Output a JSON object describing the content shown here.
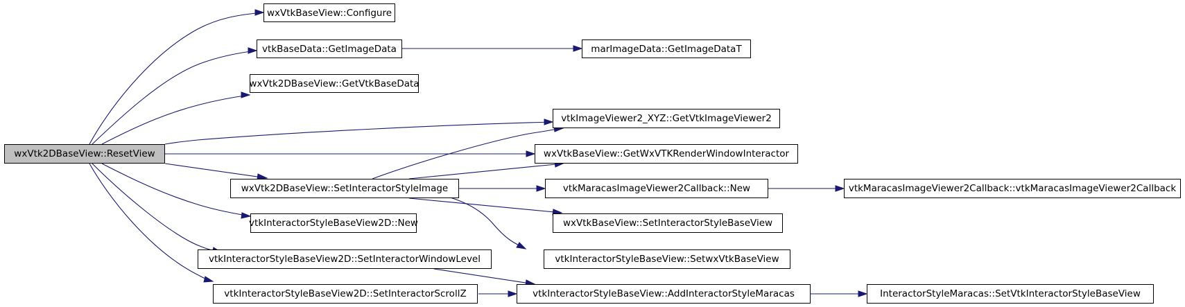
{
  "colors": {
    "edge": "#191970",
    "root_fill": "#bfbfbf",
    "node_fill": "#ffffff",
    "border": "#000000"
  },
  "nodes": [
    {
      "id": "n0",
      "label": "wxVtk2DBaseView::ResetView",
      "root": true
    },
    {
      "id": "n1",
      "label": "wxVtkBaseView::Configure"
    },
    {
      "id": "n2",
      "label": "vtkBaseData::GetImageData"
    },
    {
      "id": "n3",
      "label": "marImageData::GetImageDataT"
    },
    {
      "id": "n4",
      "label": "wxVtk2DBaseView::GetVtkBaseData"
    },
    {
      "id": "n5",
      "label": "vtkImageViewer2_XYZ::GetVtkImageViewer2"
    },
    {
      "id": "n6",
      "label": "wxVtkBaseView::GetWxVTKRenderWindowInteractor"
    },
    {
      "id": "n7",
      "label": "wxVtk2DBaseView::SetInteractorStyleImage"
    },
    {
      "id": "n8",
      "label": "vtkMaracasImageViewer2Callback::New"
    },
    {
      "id": "n9",
      "label": "vtkMaracasImageViewer2Callback::vtkMaracasImageViewer2Callback"
    },
    {
      "id": "n10",
      "label": "vtkInteractorStyleBaseView2D::New"
    },
    {
      "id": "n11",
      "label": "wxVtkBaseView::SetInteractorStyleBaseView"
    },
    {
      "id": "n12",
      "label": "vtkInteractorStyleBaseView2D::SetInteractorWindowLevel"
    },
    {
      "id": "n13",
      "label": "vtkInteractorStyleBaseView::SetwxVtkBaseView"
    },
    {
      "id": "n14",
      "label": "vtkInteractorStyleBaseView2D::SetInteractorScrollZ"
    },
    {
      "id": "n15",
      "label": "vtkInteractorStyleBaseView::AddInteractorStyleMaracas"
    },
    {
      "id": "n16",
      "label": "InteractorStyleMaracas::SetVtkInteractorStyleBaseView"
    }
  ],
  "edges": [
    {
      "from": "n0",
      "to": "n1"
    },
    {
      "from": "n0",
      "to": "n2"
    },
    {
      "from": "n0",
      "to": "n4"
    },
    {
      "from": "n0",
      "to": "n5"
    },
    {
      "from": "n0",
      "to": "n6"
    },
    {
      "from": "n0",
      "to": "n7"
    },
    {
      "from": "n0",
      "to": "n10"
    },
    {
      "from": "n0",
      "to": "n12"
    },
    {
      "from": "n0",
      "to": "n14"
    },
    {
      "from": "n2",
      "to": "n3"
    },
    {
      "from": "n7",
      "to": "n5"
    },
    {
      "from": "n7",
      "to": "n6"
    },
    {
      "from": "n7",
      "to": "n8"
    },
    {
      "from": "n7",
      "to": "n11"
    },
    {
      "from": "n7",
      "to": "n13"
    },
    {
      "from": "n8",
      "to": "n9"
    },
    {
      "from": "n12",
      "to": "n15"
    },
    {
      "from": "n14",
      "to": "n15"
    },
    {
      "from": "n15",
      "to": "n16"
    }
  ]
}
